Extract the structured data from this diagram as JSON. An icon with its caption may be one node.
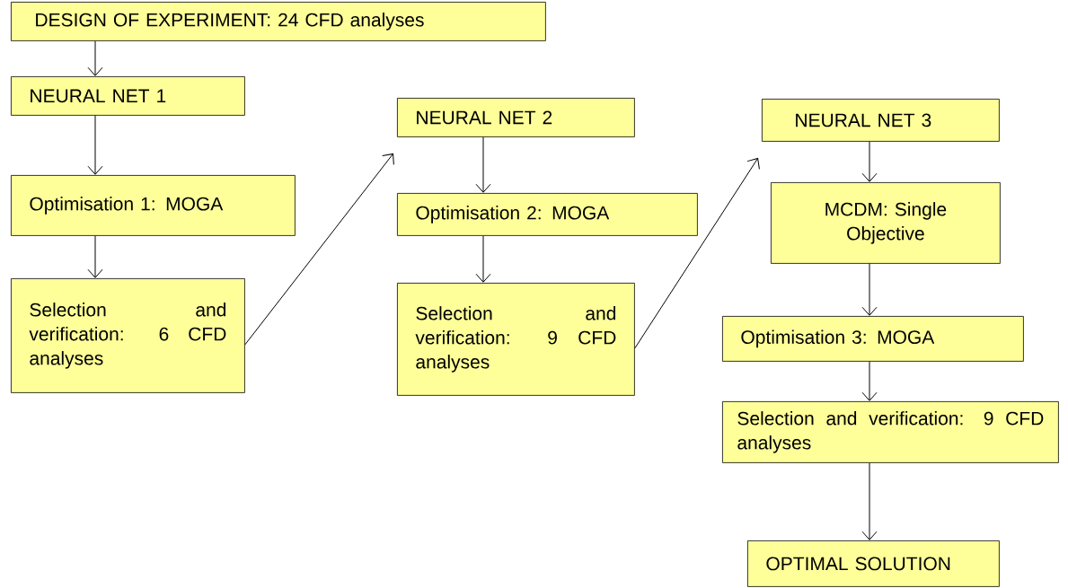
{
  "diagram": {
    "nodes": [
      {
        "text": [
          "DESIGN OF EXPERIMENT: 24 CFD analyses"
        ]
      },
      {
        "text": [
          "NEURAL NET 1"
        ]
      },
      {
        "text": [
          "Optimisation 1: MOGA"
        ]
      },
      {
        "text": [
          "Selection and verification: 6 CFD analyses"
        ]
      },
      {
        "text": [
          "NEURAL NET 2"
        ]
      },
      {
        "text": [
          "Optimisation 2: MOGA"
        ]
      },
      {
        "text": [
          "Selection and verification: 9 CFD analyses"
        ]
      },
      {
        "text": [
          "NEURAL NET 3"
        ]
      },
      {
        "text": [
          "MCDM: Single Objective"
        ]
      },
      {
        "text": [
          "Optimisation 3: MOGA"
        ]
      },
      {
        "text": [
          "Selection and verification: 9 CFD analyses"
        ]
      },
      {
        "text": [
          "OPTIMAL SOLUTION"
        ]
      }
    ],
    "edges": [
      {
        "from": 0,
        "to": 1,
        "arrow": "to"
      },
      {
        "from": 1,
        "to": 2,
        "arrow": "to"
      },
      {
        "from": 2,
        "to": 3,
        "arrow": "to"
      },
      {
        "from": 3,
        "to": 4,
        "arrow": "to"
      },
      {
        "from": 4,
        "to": 5,
        "arrow": "to"
      },
      {
        "from": 5,
        "to": 6,
        "arrow": "to"
      },
      {
        "from": 6,
        "to": 7,
        "arrow": "to"
      },
      {
        "from": 7,
        "to": 8,
        "arrow": "to"
      },
      {
        "from": 8,
        "to": 9,
        "arrow": "to"
      },
      {
        "from": 9,
        "to": 10,
        "arrow": "to"
      },
      {
        "from": 10,
        "to": 11,
        "arrow": "to"
      }
    ]
  }
}
